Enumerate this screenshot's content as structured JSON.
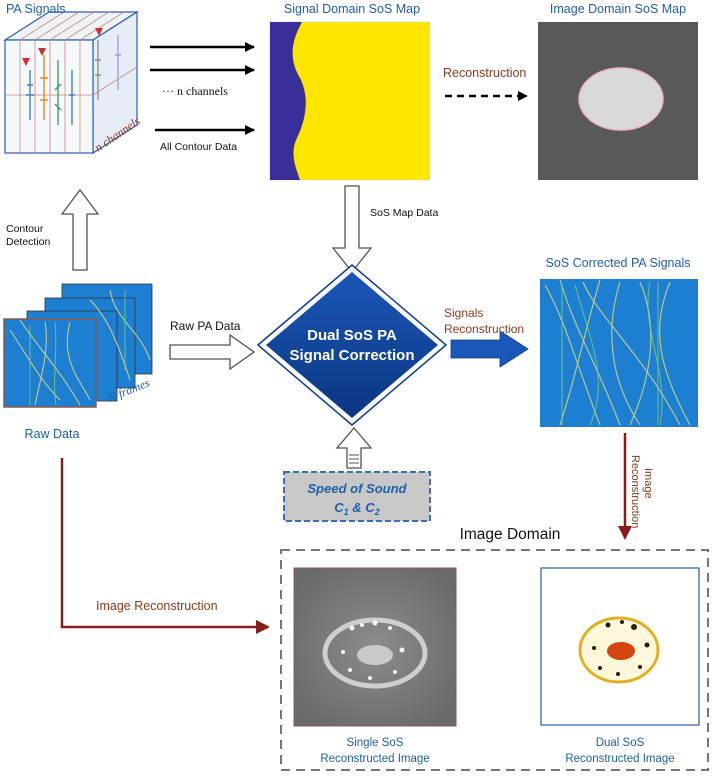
{
  "titles": {
    "pa_signals": "PA Signals",
    "signal_domain_map": "Signal Domain SoS Map",
    "image_domain_map": "Image Domain SoS Map",
    "sos_corrected": "SoS Corrected PA Signals",
    "raw_data": "Raw Data",
    "image_domain": "Image Domain"
  },
  "labels": {
    "n_channels_italic": "n channels",
    "n_channels_dots": "···  n channels",
    "all_contour": "All Contour Data",
    "reconstruction": "Reconstruction",
    "contour_detection": [
      "Contour",
      "Detection"
    ],
    "sos_map_data": "SoS Map Data",
    "raw_pa_data": "Raw PA Data",
    "signals_reconstruction": [
      "Signals",
      "Reconstruction"
    ],
    "image_reconstruction_vertical": [
      "Image",
      "Reconstruction"
    ],
    "image_reconstruction": "Image Reconstruction",
    "n_frames": "N frames",
    "center_box": [
      "Dual SoS PA",
      "Signal Correction"
    ],
    "speed_of_sound": [
      "Speed of Sound",
      "C",
      "1",
      " & C",
      "2"
    ],
    "single_caption": [
      "Single SoS",
      "Reconstructed Image"
    ],
    "dual_caption": [
      "Dual SoS",
      "Reconstructed Image"
    ]
  },
  "colors": {
    "title_blue": "#1f5fa8",
    "brown": "#8a3a1e",
    "navy": "#0d3f8f",
    "signal_yellow": "#ffe600",
    "signal_purple": "#3a2f9a",
    "map_gray": "#595959",
    "ellipse_fill": "#d9d9d9",
    "ellipse_edge": "#f3b3c4",
    "panel_blue": "#1d7fd2",
    "speed_box_fill": "#c8c8c8",
    "speed_box_border": "#3a6fb0",
    "dark_red_arrow": "#8b1a1a",
    "orange": "#e08a20"
  }
}
